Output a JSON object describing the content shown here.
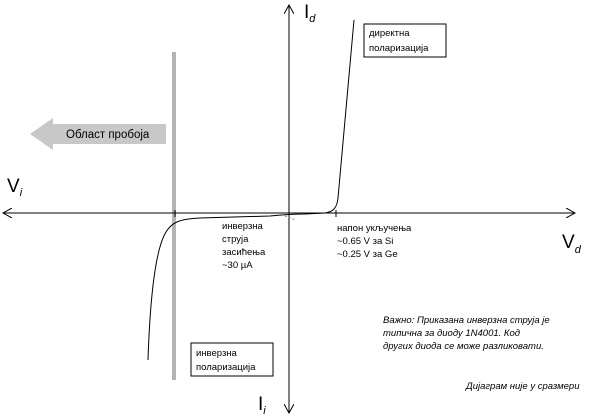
{
  "axes": {
    "y_top": {
      "main": "I",
      "sub": "d"
    },
    "y_bottom": {
      "main": "I",
      "sub": "i"
    },
    "x_right": {
      "main": "V",
      "sub": "d"
    },
    "x_left": {
      "main": "V",
      "sub": "i"
    }
  },
  "labels": {
    "forward_bias": [
      "директна",
      "поларизација"
    ],
    "reverse_bias": [
      "инверзна",
      "поларизација"
    ],
    "breakdown_region": "Област пробоја",
    "saturation_current": [
      "инверзна",
      "струја",
      "засићења",
      "~30 µA"
    ],
    "threshold_voltage": [
      "напон укључења",
      "~0.65 V за Si",
      "~0.25 V за Ge"
    ],
    "note": [
      "Важно: Приказана инверзна струја је",
      "типична за диоду 1N4001. Код",
      "других диода се може разликовати."
    ],
    "scale_note": "Дијаграм није у сразмери"
  },
  "colors": {
    "curve": "#000000",
    "breakdown_line": "#b4b4b4",
    "arrow_fill": "#c8c8c8"
  }
}
